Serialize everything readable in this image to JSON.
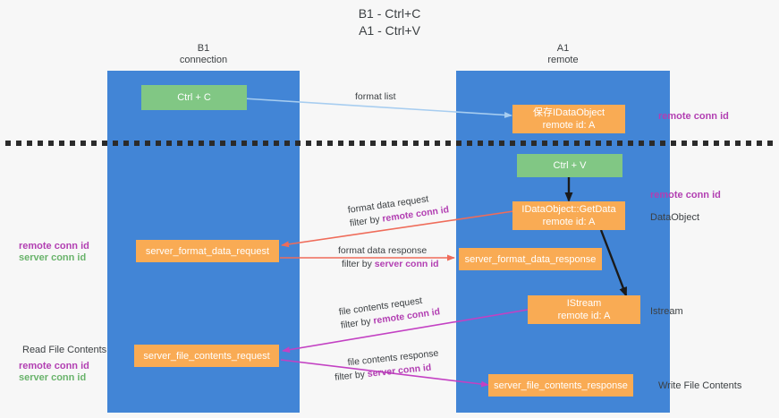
{
  "title": "B1 - Ctrl+C\nA1 - Ctrl+V",
  "colors": {
    "lane": "#4285d6",
    "action_box": "#81c784",
    "object_box": "#f9ab54",
    "remote_conn_id": "#b23fb2",
    "server_conn_id": "#69b36b",
    "arrow_format_list": "#a7cdf0",
    "arrow_format_data": "#ef6c5a",
    "arrow_file_contents": "#c341c3",
    "arrow_internal": "#1a1a1a",
    "separator": "#2b2b2b"
  },
  "columns": [
    {
      "name": "b1",
      "title": "B1\nconnection"
    },
    {
      "name": "a1",
      "title": "A1\nremote"
    }
  ],
  "boxes": {
    "ctrl_c": "Ctrl + C",
    "ctrl_v": "Ctrl + V",
    "save_idataobject": "保存IDataObject\nremote id: A",
    "getdata": "IDataObject::GetData\nremote id: A",
    "istream": "IStream\nremote id: A",
    "server_format_data_request": "server_format_data_request",
    "server_format_data_response": "server_format_data_response",
    "server_file_contents_request": "server_file_contents_request",
    "server_file_contents_response": "server_file_contents_response"
  },
  "edges": {
    "format_list": "format list",
    "format_data_request_l1": "format data request",
    "format_data_request_l2_prefix": "filter by ",
    "format_data_request_l2_value": "remote conn id",
    "format_data_response_l1": "format data response",
    "format_data_response_l2_prefix": "filter by ",
    "format_data_response_l2_value": "server conn id",
    "file_contents_request_l1": "file contents request",
    "file_contents_request_l2_prefix": "filter by ",
    "file_contents_request_l2_value": "remote conn id",
    "file_contents_response_l1": "file contents response",
    "file_contents_response_l2_prefix": "filter by ",
    "file_contents_response_l2_value": "server conn id"
  },
  "annotations": {
    "right_remote_conn_id_top": "remote conn id",
    "right_remote_conn_id_mid": "remote conn id",
    "right_dataobject": "DataObject",
    "right_istream": "Istream",
    "right_write_file_contents": "Write File Contents",
    "left_remote_conn_id": "remote conn id",
    "left_server_conn_id": "server conn id",
    "left_read_file_contents": "Read File Contents",
    "left_remote_conn_id_2": "remote conn id",
    "left_server_conn_id_2": "server conn id"
  }
}
